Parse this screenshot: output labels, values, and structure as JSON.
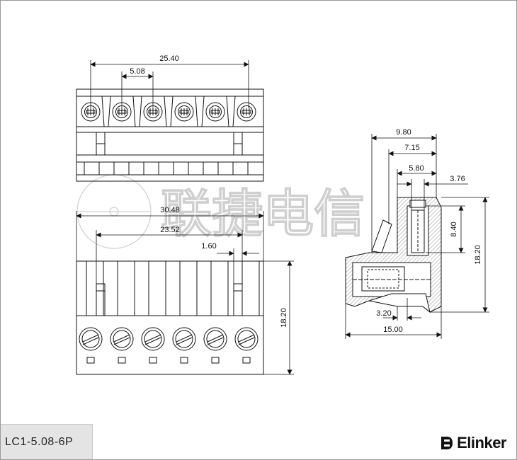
{
  "watermark": {
    "text": "联捷电信"
  },
  "dimensions": {
    "top_width": "25.40",
    "pitch": "5.08",
    "front_width": "30.48",
    "pin_span": "23.52",
    "pin_width": "1.60",
    "front_height": "18.20",
    "side_width": "9.80",
    "side_depth_a": "7.15",
    "side_depth_b": "5.80",
    "side_tip": "3.76",
    "side_screw_height": "8.40",
    "side_height": "18.20",
    "side_base": "3.20",
    "side_length": "15.00"
  },
  "footer": {
    "part_number": "LC1-5.08-6P",
    "brand": "Elinker"
  }
}
